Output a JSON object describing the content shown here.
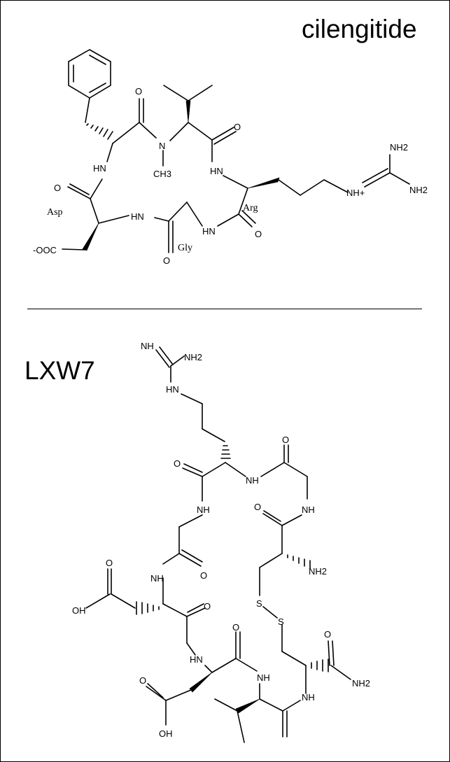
{
  "diagram": {
    "molecules": [
      {
        "title": "cilengitide",
        "labels": {
          "o1": "O",
          "o2": "O",
          "o3": "O",
          "o4": "O",
          "o5": "O",
          "hn1": "HN",
          "hn2": "HN",
          "hn3": "HN",
          "hn4": "HN",
          "n1": "N",
          "ch3": "CH3",
          "nh2a": "NH2",
          "nh2b": "NH2",
          "nhplus": "NH+",
          "coo": "-OOC",
          "asp": "Asp",
          "arg": "Arg",
          "gly": "Gly"
        }
      },
      {
        "title": "LXW7",
        "labels": {
          "nh_g": "NH",
          "nh2_g": "NH2",
          "hn_g": "HN",
          "o_a": "O",
          "o_b": "O",
          "o_c": "O",
          "o_d": "O",
          "o_e": "O",
          "o_f": "O",
          "o_g": "O",
          "o_h": "O",
          "o_i": "O",
          "nh_a": "NH",
          "nh_b": "NH",
          "nh_c": "NH",
          "nh_d": "NH",
          "nh_e": "NH",
          "nh_f": "NH",
          "nh2_c": "NH2",
          "nh2_d": "NH2",
          "hn_a": "HN",
          "s1": "S",
          "s2": "S",
          "oh1": "OH",
          "oh2": "OH"
        }
      }
    ]
  },
  "colors": {
    "ink": "#000000",
    "background": "#ffffff"
  }
}
